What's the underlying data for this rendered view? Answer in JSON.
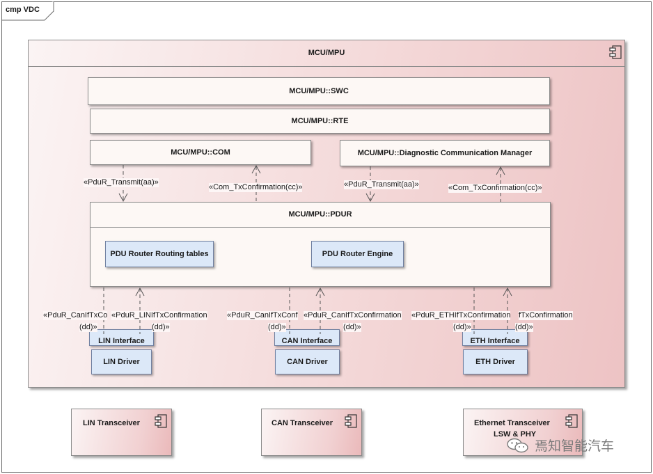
{
  "frame": {
    "title": "cmp VDC"
  },
  "mcu": {
    "title": "MCU/MPU",
    "icon": "component-icon"
  },
  "swc": "MCU/MPU::SWC",
  "rte": "MCU/MPU::RTE",
  "com": "MCU/MPU::COM",
  "dcm": "MCU/MPU::Diagnostic Communication Manager",
  "pdur": {
    "title": "MCU/MPU::PDUR",
    "routing_tables": "PDU Router Routing tables",
    "engine": "PDU Router Engine"
  },
  "arrow_labels": {
    "com_transmit": "«PduR_Transmit(aa)»",
    "com_confirmation": "«Com_TxConfirmation(cc)»",
    "dcm_transmit": "«PduR_Transmit(aa)»",
    "dcm_confirmation": "«Com_TxConfirmation(cc)»",
    "lin_down_1": "«PduR_CanIfTxCo",
    "lin_down_2": "(dd)»",
    "lin_up_1": "«PduR_LINIfTxConfirmation",
    "lin_up_2": "(dd)»",
    "can_down_1": "«PduR_CanIfTxConf",
    "can_down_2": "(dd)»",
    "can_up_1": "«PduR_CanIfTxConfirmation",
    "can_up_2": "(dd)»",
    "eth_down_1": "«PduR_ETHIfTxConfirmation",
    "eth_down_2": "(dd)»",
    "eth_up_1": "fTxConfirmation",
    "eth_up_2": "(dd)»"
  },
  "interfaces": {
    "lin": "LIN Interface",
    "can": "CAN Interface",
    "eth": "ETH Interface"
  },
  "drivers": {
    "lin": "LIN Driver",
    "can": "CAN Driver",
    "eth": "ETH Driver"
  },
  "transceivers": {
    "lin": "LIN Transceiver",
    "can": "CAN Transceiver",
    "eth_line1": "Ethernet Transceiver",
    "eth_line2": "LSW & PHY"
  },
  "watermark": {
    "text": "焉知智能汽车",
    "icon": "wechat-logo-icon"
  }
}
